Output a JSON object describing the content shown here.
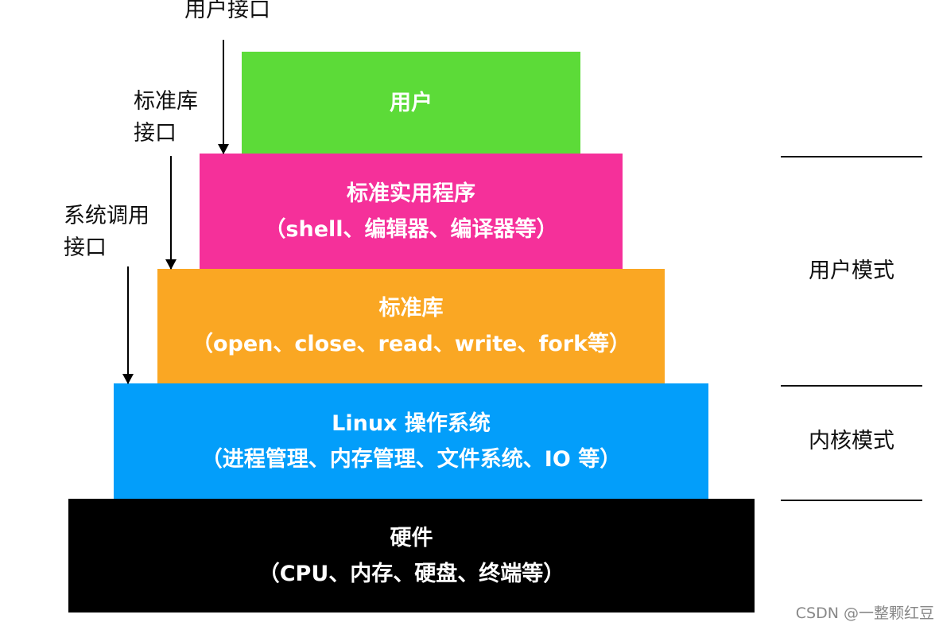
{
  "colors": {
    "user": "#5cdb38",
    "utilities": "#f5309a",
    "standard_library": "#faa723",
    "operating_system": "#039efa",
    "hardware": "#000000"
  },
  "layers": {
    "user": {
      "line1": "用户"
    },
    "utilities": {
      "line1": "标准实用程序",
      "line2": "（shell、编辑器、编译器等）"
    },
    "standard_library": {
      "line1": "标准库",
      "line2": "（open、close、read、write、fork等）"
    },
    "operating_system": {
      "line1": "Linux 操作系统",
      "line2": "（进程管理、内存管理、文件系统、IO 等）"
    },
    "hardware": {
      "line1": "硬件",
      "line2": "（CPU、内存、硬盘、终端等）"
    }
  },
  "interfaces": {
    "user_interface": "用户接口",
    "stdlib_interface": {
      "line1": "标准库",
      "line2": "接口"
    },
    "syscall_interface": {
      "line1": "系统调用",
      "line2": "接口"
    }
  },
  "modes": {
    "user_mode": "用户模式",
    "kernel_mode": "内核模式"
  },
  "credit": "CSDN @一整颗红豆"
}
